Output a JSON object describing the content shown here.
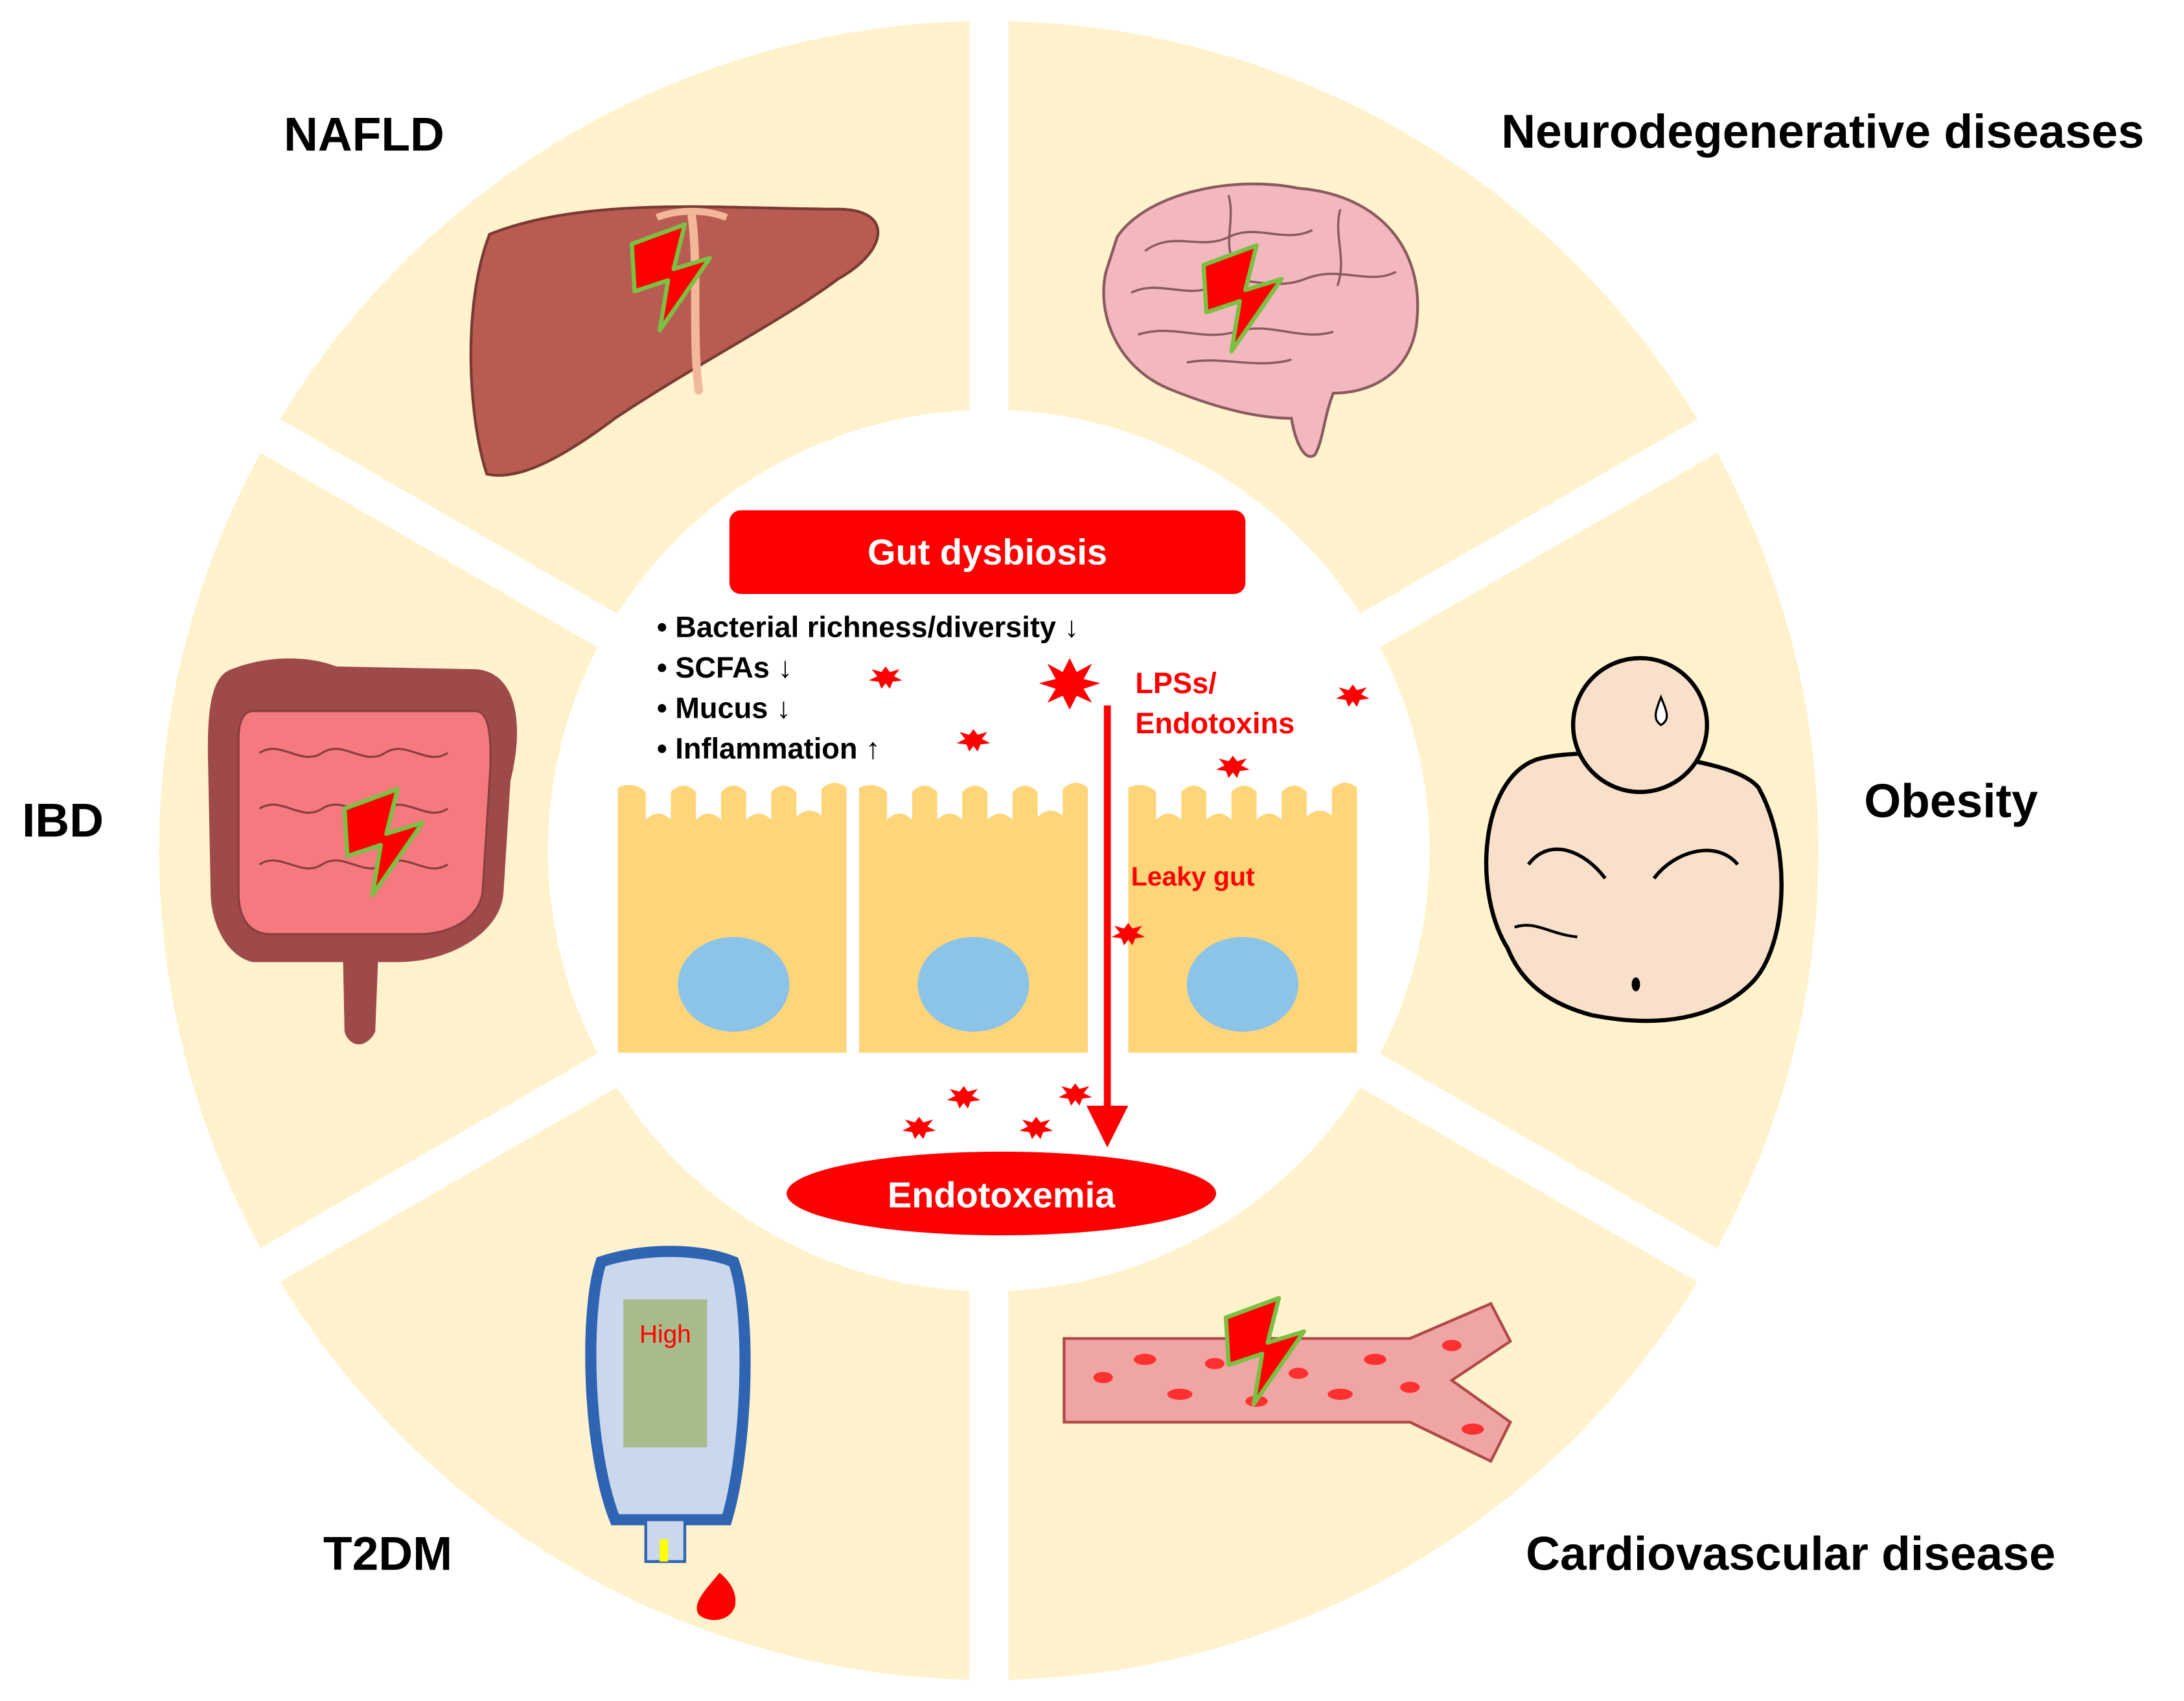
{
  "center": {
    "title": "Gut dysbiosis",
    "bullets": [
      "• Bacterial richness/diversity ↓",
      "• SCFAs ↓",
      "• Mucus ↓",
      "• Inflammation ↑"
    ],
    "lps_line1": "LPSs/",
    "lps_line2": "Endotoxins",
    "leaky_gut": "Leaky gut",
    "endotoxemia": "Endotoxemia"
  },
  "diseases": {
    "nafld": "NAFLD",
    "neuro": "Neurodegenerative diseases",
    "obesity": "Obesity",
    "cardio": "Cardiovascular disease",
    "t2dm": "T2DM",
    "ibd": "IBD"
  },
  "glucometer": {
    "display": "High"
  },
  "colors": {
    "segment_fill": "#FFF2CC",
    "dysbiosis_red": "#FF0000",
    "cell_fill": "#FFD57A",
    "nucleus_fill": "#8CC4E8",
    "liver": "#B85C52",
    "brain": "#F2B8BE",
    "intestine_outer": "#9E4A4A",
    "intestine_inner": "#F47A80",
    "vessel": "#F0A5A5",
    "bolt_fill": "#FF0000",
    "bolt_outline": "#7CC043",
    "skin": "#F9E0CB",
    "meter_blue": "#2E64B2",
    "meter_screen": "#A8BB8A"
  },
  "icons": [
    "liver-icon",
    "brain-icon",
    "obese-person-icon",
    "blood-vessel-icon",
    "glucometer-icon",
    "intestine-icon",
    "lightning-bolt-icon",
    "endotoxin-star-icon"
  ]
}
